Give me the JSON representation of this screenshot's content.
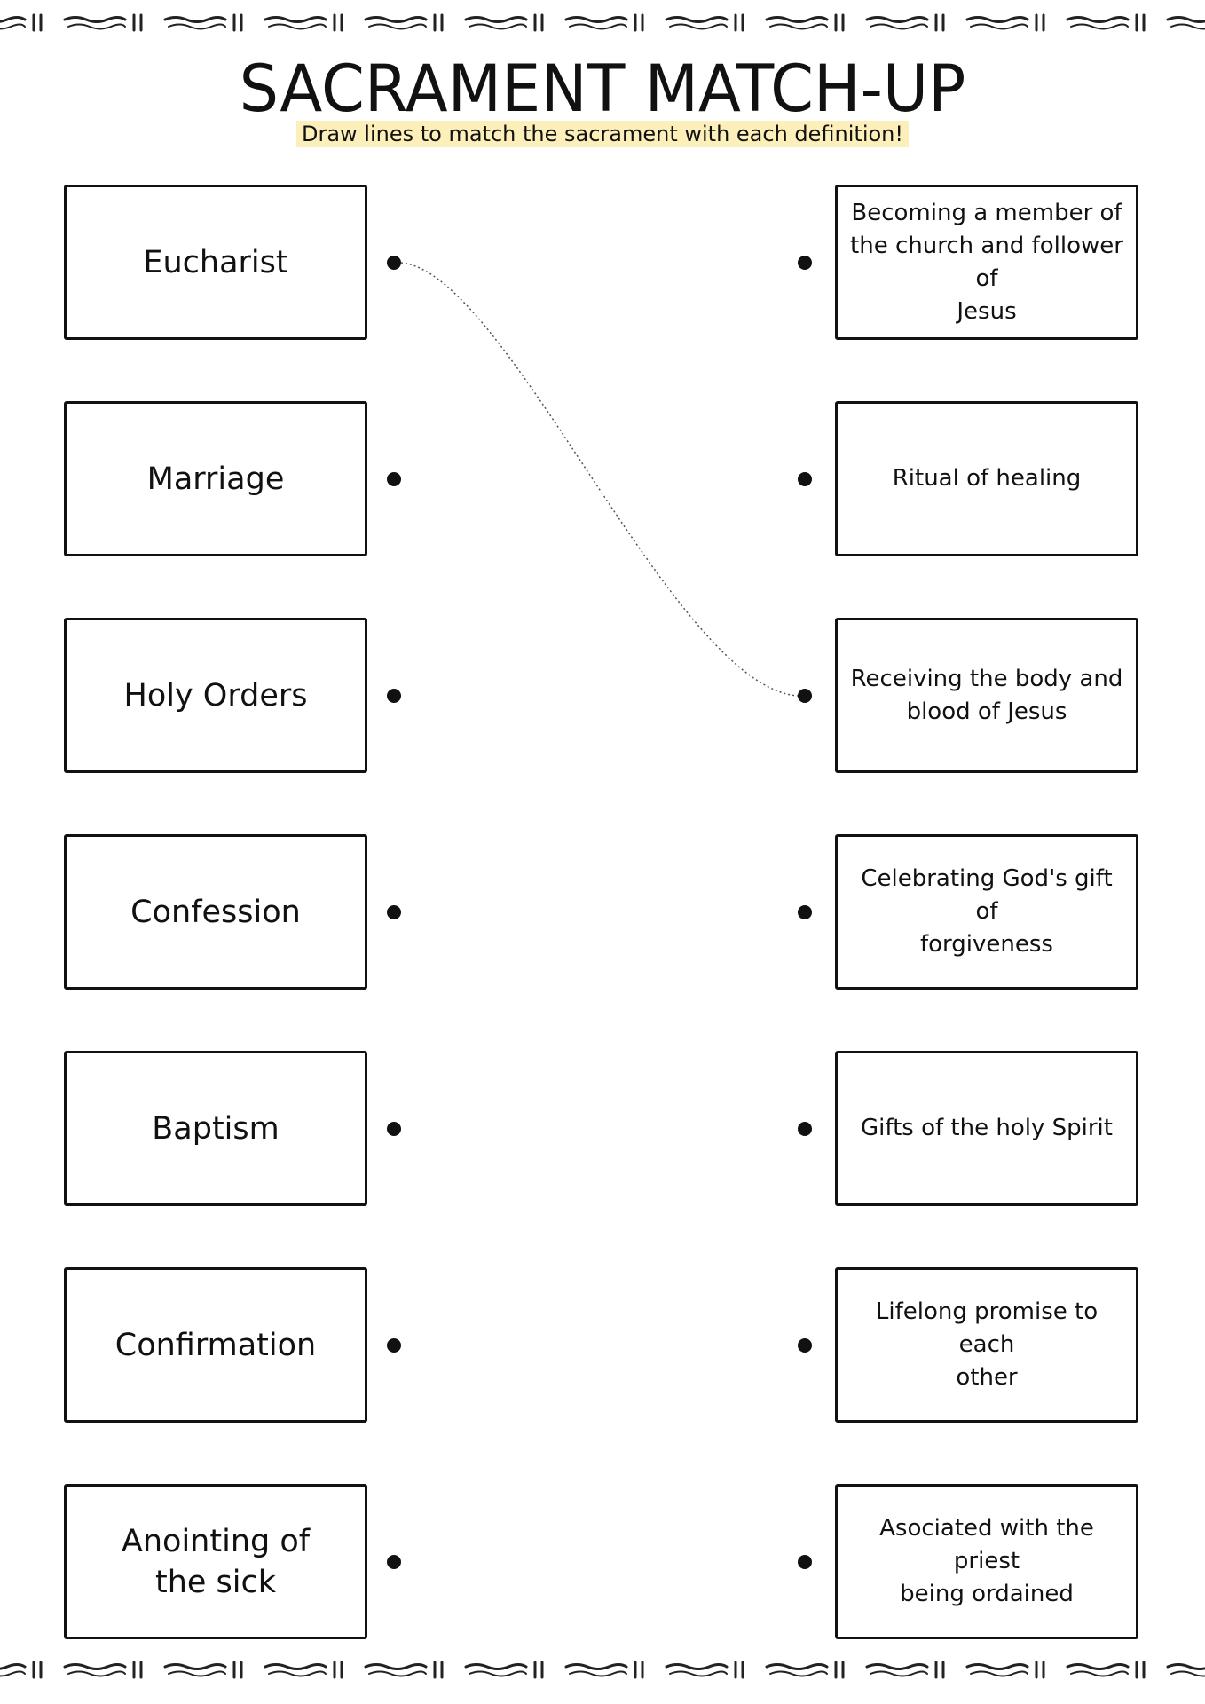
{
  "title": "SACRAMENT MATCH-UP",
  "subtitle": "Draw lines to match the sacrament with each definition!",
  "colors": {
    "ink": "#111111",
    "highlight": "#fdefb9",
    "link_line": "#555555"
  },
  "sacraments": [
    {
      "label": "Eucharist"
    },
    {
      "label": "Marriage"
    },
    {
      "label": "Holy Orders"
    },
    {
      "label": "Confession"
    },
    {
      "label": "Baptism"
    },
    {
      "label": "Confirmation"
    },
    {
      "label": "Anointing of\nthe sick"
    }
  ],
  "definitions": [
    {
      "label": "Becoming a member of\nthe church and follower of\nJesus"
    },
    {
      "label": "Ritual of healing"
    },
    {
      "label": "Receiving the body and\nblood of Jesus"
    },
    {
      "label": "Celebrating God's gift of\nforgiveness"
    },
    {
      "label": "Gifts of the holy Spirit"
    },
    {
      "label": "Lifelong promise to each\nother"
    },
    {
      "label": "Asociated with the priest\nbeing ordained"
    }
  ],
  "example_match": {
    "from": "Eucharist",
    "to": "Receiving the body and blood of Jesus"
  }
}
